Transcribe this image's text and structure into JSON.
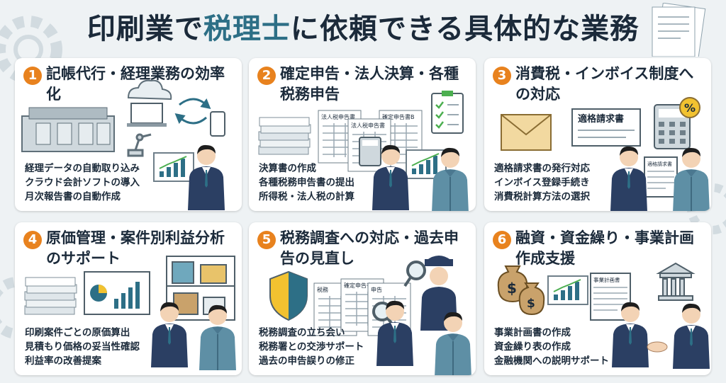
{
  "title": {
    "before": "印刷業で",
    "accent": "税理士",
    "after": "に依頼できる具体的な業務"
  },
  "cards": [
    {
      "number": "1",
      "title": "記帳代行・経理業務の効率化",
      "items": [
        "経理データの自動取り込み",
        "クラウド会計ソフトの導入",
        "月次報告書の自動作成"
      ]
    },
    {
      "number": "2",
      "title": "確定申告・法人決算・各種税務申告",
      "items": [
        "決算書の作成",
        "各種税務申告書の提出",
        "所得税・法人税の計算"
      ],
      "doc_labels": [
        "法人税申告書",
        "確定申告書B",
        "法人税申告書"
      ]
    },
    {
      "number": "3",
      "title": "消費税・インボイス制度への対応",
      "items": [
        "適格請求書の発行対応",
        "インボイス登録手続き",
        "消費税計算方法の選択"
      ],
      "doc_labels": [
        "適格請求書",
        "適格請求書"
      ],
      "badge": "%"
    },
    {
      "number": "4",
      "title": "原価管理・案件別利益分析のサポート",
      "items": [
        "印刷案件ごとの原価算出",
        "見積もり価格の妥当性確認",
        "利益率の改善提案"
      ]
    },
    {
      "number": "5",
      "title": "税務調査への対応・過去申告の見直し",
      "items": [
        "税務調査の立ち会い",
        "税務署との交渉サポート",
        "過去の申告誤りの修正"
      ],
      "doc_labels": [
        "税務",
        "確定申告書B",
        "申告"
      ]
    },
    {
      "number": "6",
      "title": "融資・資金繰り・事業計画作成支援",
      "items": [
        "事業計画書の作成",
        "資金繰り表の作成",
        "金融機関への説明サポート"
      ],
      "doc_labels": [
        "事業計画書"
      ],
      "badge": "$"
    }
  ],
  "colors": {
    "accent": "#2d6f86",
    "number_badge": "#e8821e",
    "text": "#1b2a3a",
    "suit": "#2b3f63",
    "worker": "#5e8fa5"
  }
}
